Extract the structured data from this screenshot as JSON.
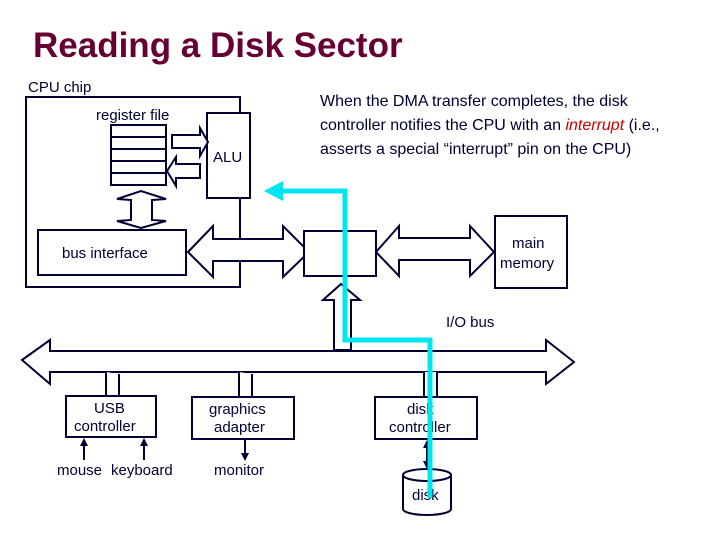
{
  "title": "Reading a Disk Sector",
  "colors": {
    "title": "#660033",
    "ink": "#000033",
    "highlight": "#cc0000",
    "interrupt_path": "#00e5ee"
  },
  "cpu": {
    "label": "CPU chip",
    "register_file_label": "register file",
    "alu_label": "ALU",
    "bus_interface_label": "bus interface"
  },
  "main_memory": {
    "line1": "main",
    "line2": "memory"
  },
  "io_bus_label": "I/O bus",
  "devices": {
    "usb": {
      "line1": "USB",
      "line2": "controller",
      "inputs": [
        "mouse",
        "keyboard"
      ]
    },
    "graphics": {
      "line1": "graphics",
      "line2": "adapter",
      "output": "monitor"
    },
    "disk_controller": {
      "line1": "disk",
      "line2": "controller",
      "storage": "disk"
    }
  },
  "note": {
    "before": "When the DMA transfer completes, the disk controller notifies the CPU with an ",
    "highlight": "interrupt",
    "after": " (i.e., asserts a special “interrupt” pin on the CPU)"
  }
}
